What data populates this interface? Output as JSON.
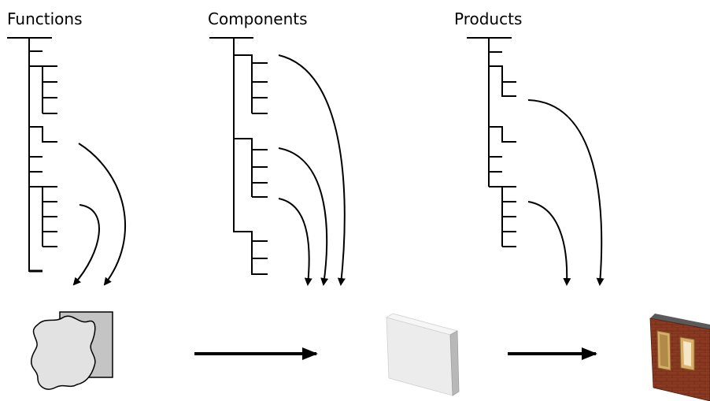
{
  "columns": [
    {
      "key": "functions",
      "title": "Functions"
    },
    {
      "key": "components",
      "title": "Components"
    },
    {
      "key": "products",
      "title": "Products"
    }
  ],
  "illustrations": [
    {
      "key": "functions",
      "icon": "irregular-shape-over-square-icon",
      "fill": "#e2e2e2",
      "back_fill": "#c4c4c4"
    },
    {
      "key": "components",
      "icon": "blank-wall-panel-icon",
      "fill": "#ececec",
      "side_fill": "#b8b8b8"
    },
    {
      "key": "products",
      "icon": "brick-wall-with-windows-icon",
      "fill": "#8b3a22",
      "frame_fill": "#d9b06a"
    }
  ],
  "flow": [
    {
      "from": "functions",
      "to": "components"
    },
    {
      "from": "components",
      "to": "products"
    }
  ],
  "colors": {
    "line": "#000000",
    "background": "#ffffff"
  }
}
